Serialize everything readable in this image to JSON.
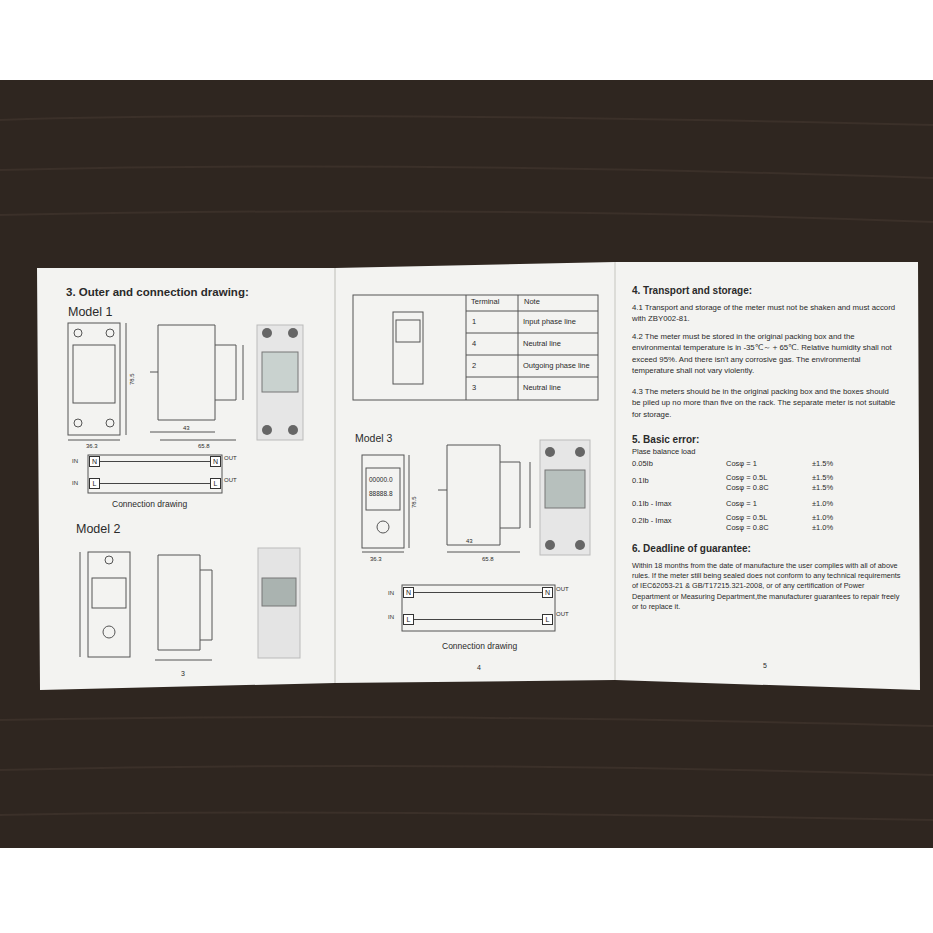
{
  "diagram": {
    "title": "3. Outer and connection drawing:",
    "nodes": [
      {
        "text": [
          "N"
        ]
      },
      {
        "text": [
          "N"
        ]
      },
      {
        "text": [
          "L"
        ]
      },
      {
        "text": [
          "L"
        ]
      },
      {
        "text": [
          "N"
        ]
      },
      {
        "text": [
          "N"
        ]
      },
      {
        "text": [
          "L"
        ]
      },
      {
        "text": [
          "L"
        ]
      }
    ],
    "edges": [
      {
        "from": 0,
        "to": 1,
        "arrow": "none"
      },
      {
        "from": 2,
        "to": 3,
        "arrow": "none"
      },
      {
        "from": 4,
        "to": 5,
        "arrow": "none"
      },
      {
        "from": 6,
        "to": 7,
        "arrow": "none"
      }
    ],
    "labels": [
      "Model 1",
      "78.5",
      "36.3",
      "43",
      "65.8",
      "IN",
      "OUT",
      "IN",
      "OUT",
      "Connection drawing",
      "Model 2",
      "3",
      "Terminal",
      "Note",
      "1",
      "Input phase line",
      "4",
      "Neutral line",
      "2",
      "Outgoing phase line",
      "3",
      "Neutral line",
      "Model 3",
      "00000.0",
      "88888.8",
      "78.5",
      "36.3",
      "43",
      "65.8",
      "IN",
      "OUT",
      "IN",
      "OUT",
      "Connection drawing",
      "4",
      "4. Transport and storage:",
      "4.1 Transport and storage of the meter must not be shaken and must accord with ZBY002-81.",
      "4.2 The meter must be stored in the original packing box and the environmental temperature is in -35℃～＋65℃. Relative humidity shall not exceed 95%. And there isn't any corrosive gas. The environmental temperature shall not vary violently.",
      "4.3 The meters should be in the original packing box and the boxes should be piled up no more than five on the rack. The separate meter is not suitable for storage.",
      "5. Basic error:",
      "Plase balance load",
      "0.05Ib",
      "Cosφ = 1",
      "±1.5%",
      "0.1Ib",
      "Cosφ = 0.5L",
      "±1.5%",
      "Cosφ = 0.8C",
      "±1.5%",
      "0.1Ib - Imax",
      "Cosφ = 1",
      "±1.0%",
      "0.2Ib - Imax",
      "Cosφ = 0.5L",
      "±1.0%",
      "Cosφ = 0.8C",
      "±1.0%",
      "6. Deadline of guarantee:",
      "Within 18 months from the date of manufacture the user complies with all of above rules. If the meter still being sealed does not conform to any technical requirements of IEC62053-21 & GB/T17215.321-2008, or of any certification of Power Department or Measuring Department,the manufacturer guarantees to repair freely or to replace it.",
      "5"
    ]
  }
}
